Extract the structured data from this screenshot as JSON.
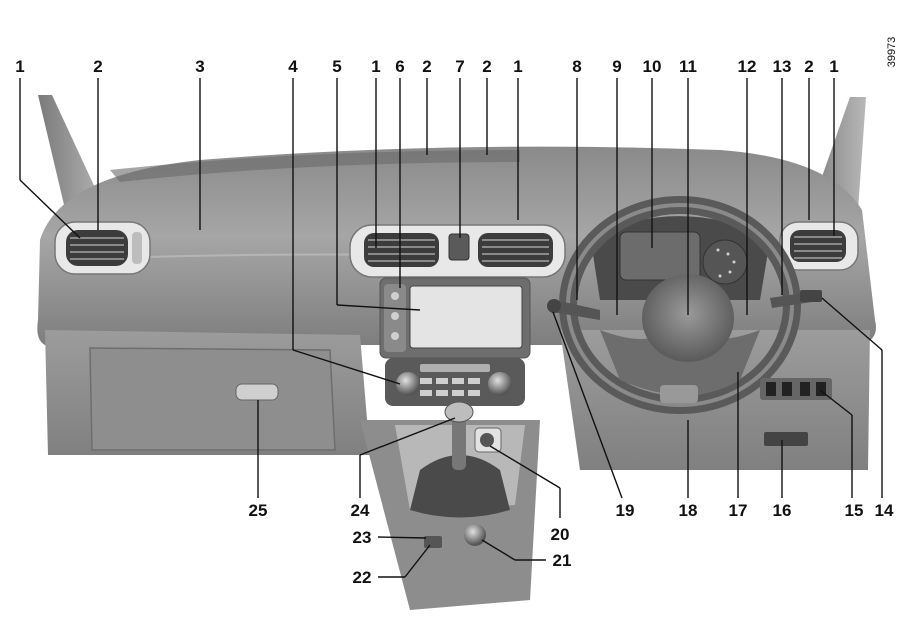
{
  "figure_ref": "39973",
  "callouts": {
    "top": [
      "1",
      "2",
      "3",
      "4",
      "5",
      "1",
      "6",
      "2",
      "7",
      "2",
      "1",
      "8",
      "9",
      "10",
      "11",
      "12",
      "13",
      "2",
      "1"
    ],
    "bottom": [
      "25",
      "24",
      "23",
      "22",
      "21",
      "20",
      "19",
      "18",
      "17",
      "16",
      "15",
      "14"
    ]
  },
  "colors": {
    "dash_dark": "#6e6e6e",
    "dash_mid": "#9a9a9a",
    "dash_light": "#c4c4c4",
    "chrome": "#e8e8e8",
    "leader": "#111111"
  }
}
